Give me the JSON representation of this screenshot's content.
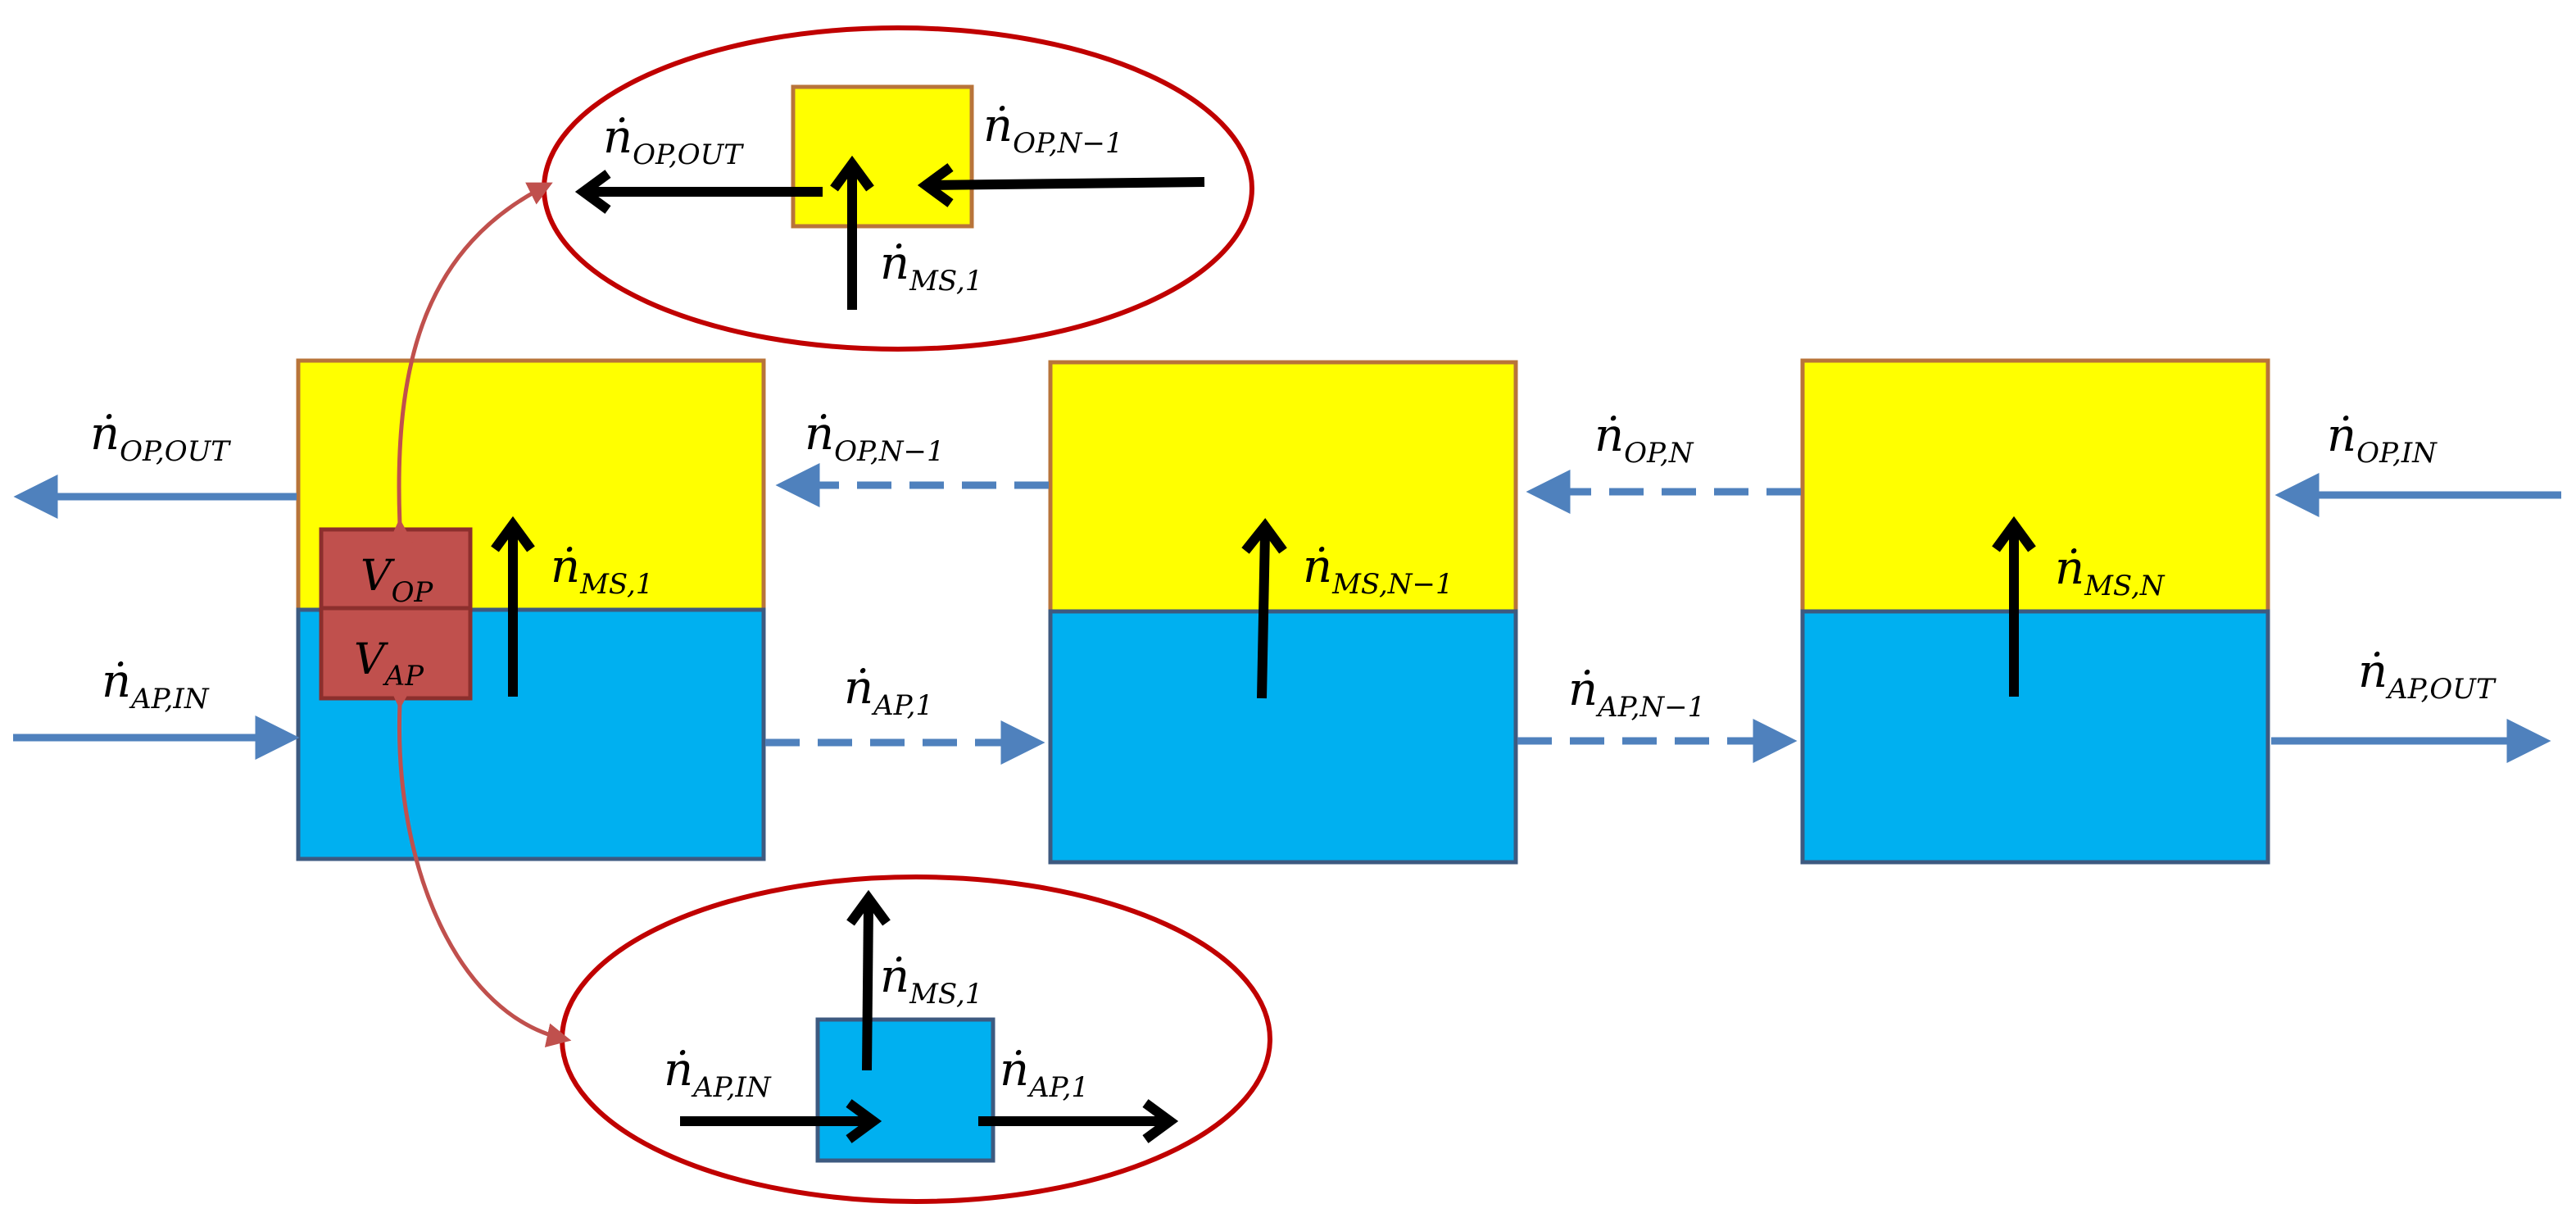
{
  "colors": {
    "organic_phase": "#ffff00",
    "aqueous_phase": "#00b0f0",
    "flow_arrow": "#4f81bd",
    "volume_box": "#c0504d",
    "zoom_ellipse": "#c00000"
  },
  "labels": {
    "n_op_out_left": "OP,OUT",
    "n_ap_in_left": "AP,IN",
    "n_op_n_minus_1": "OP,N−1",
    "n_ap_1": "AP,1",
    "n_op_n": "OP,N",
    "n_ap_n_minus_1": "AP,N−1",
    "n_op_in_right": "OP,IN",
    "n_ap_out_right": "AP,OUT",
    "ms_1": "MS,1",
    "ms_n_minus_1": "MS,N−1",
    "ms_n": "MS,N",
    "v_op": "OP",
    "v_ap": "AP",
    "zoom_top_op_out": "OP,OUT",
    "zoom_top_op_n_minus_1": "OP,N−1",
    "zoom_top_ms_1": "MS,1",
    "zoom_bot_ms_1": "MS,1",
    "zoom_bot_ap_in": "AP,IN",
    "zoom_bot_ap_1": "AP,1"
  },
  "symbols": {
    "flow": "ṅ",
    "volume": "V"
  }
}
